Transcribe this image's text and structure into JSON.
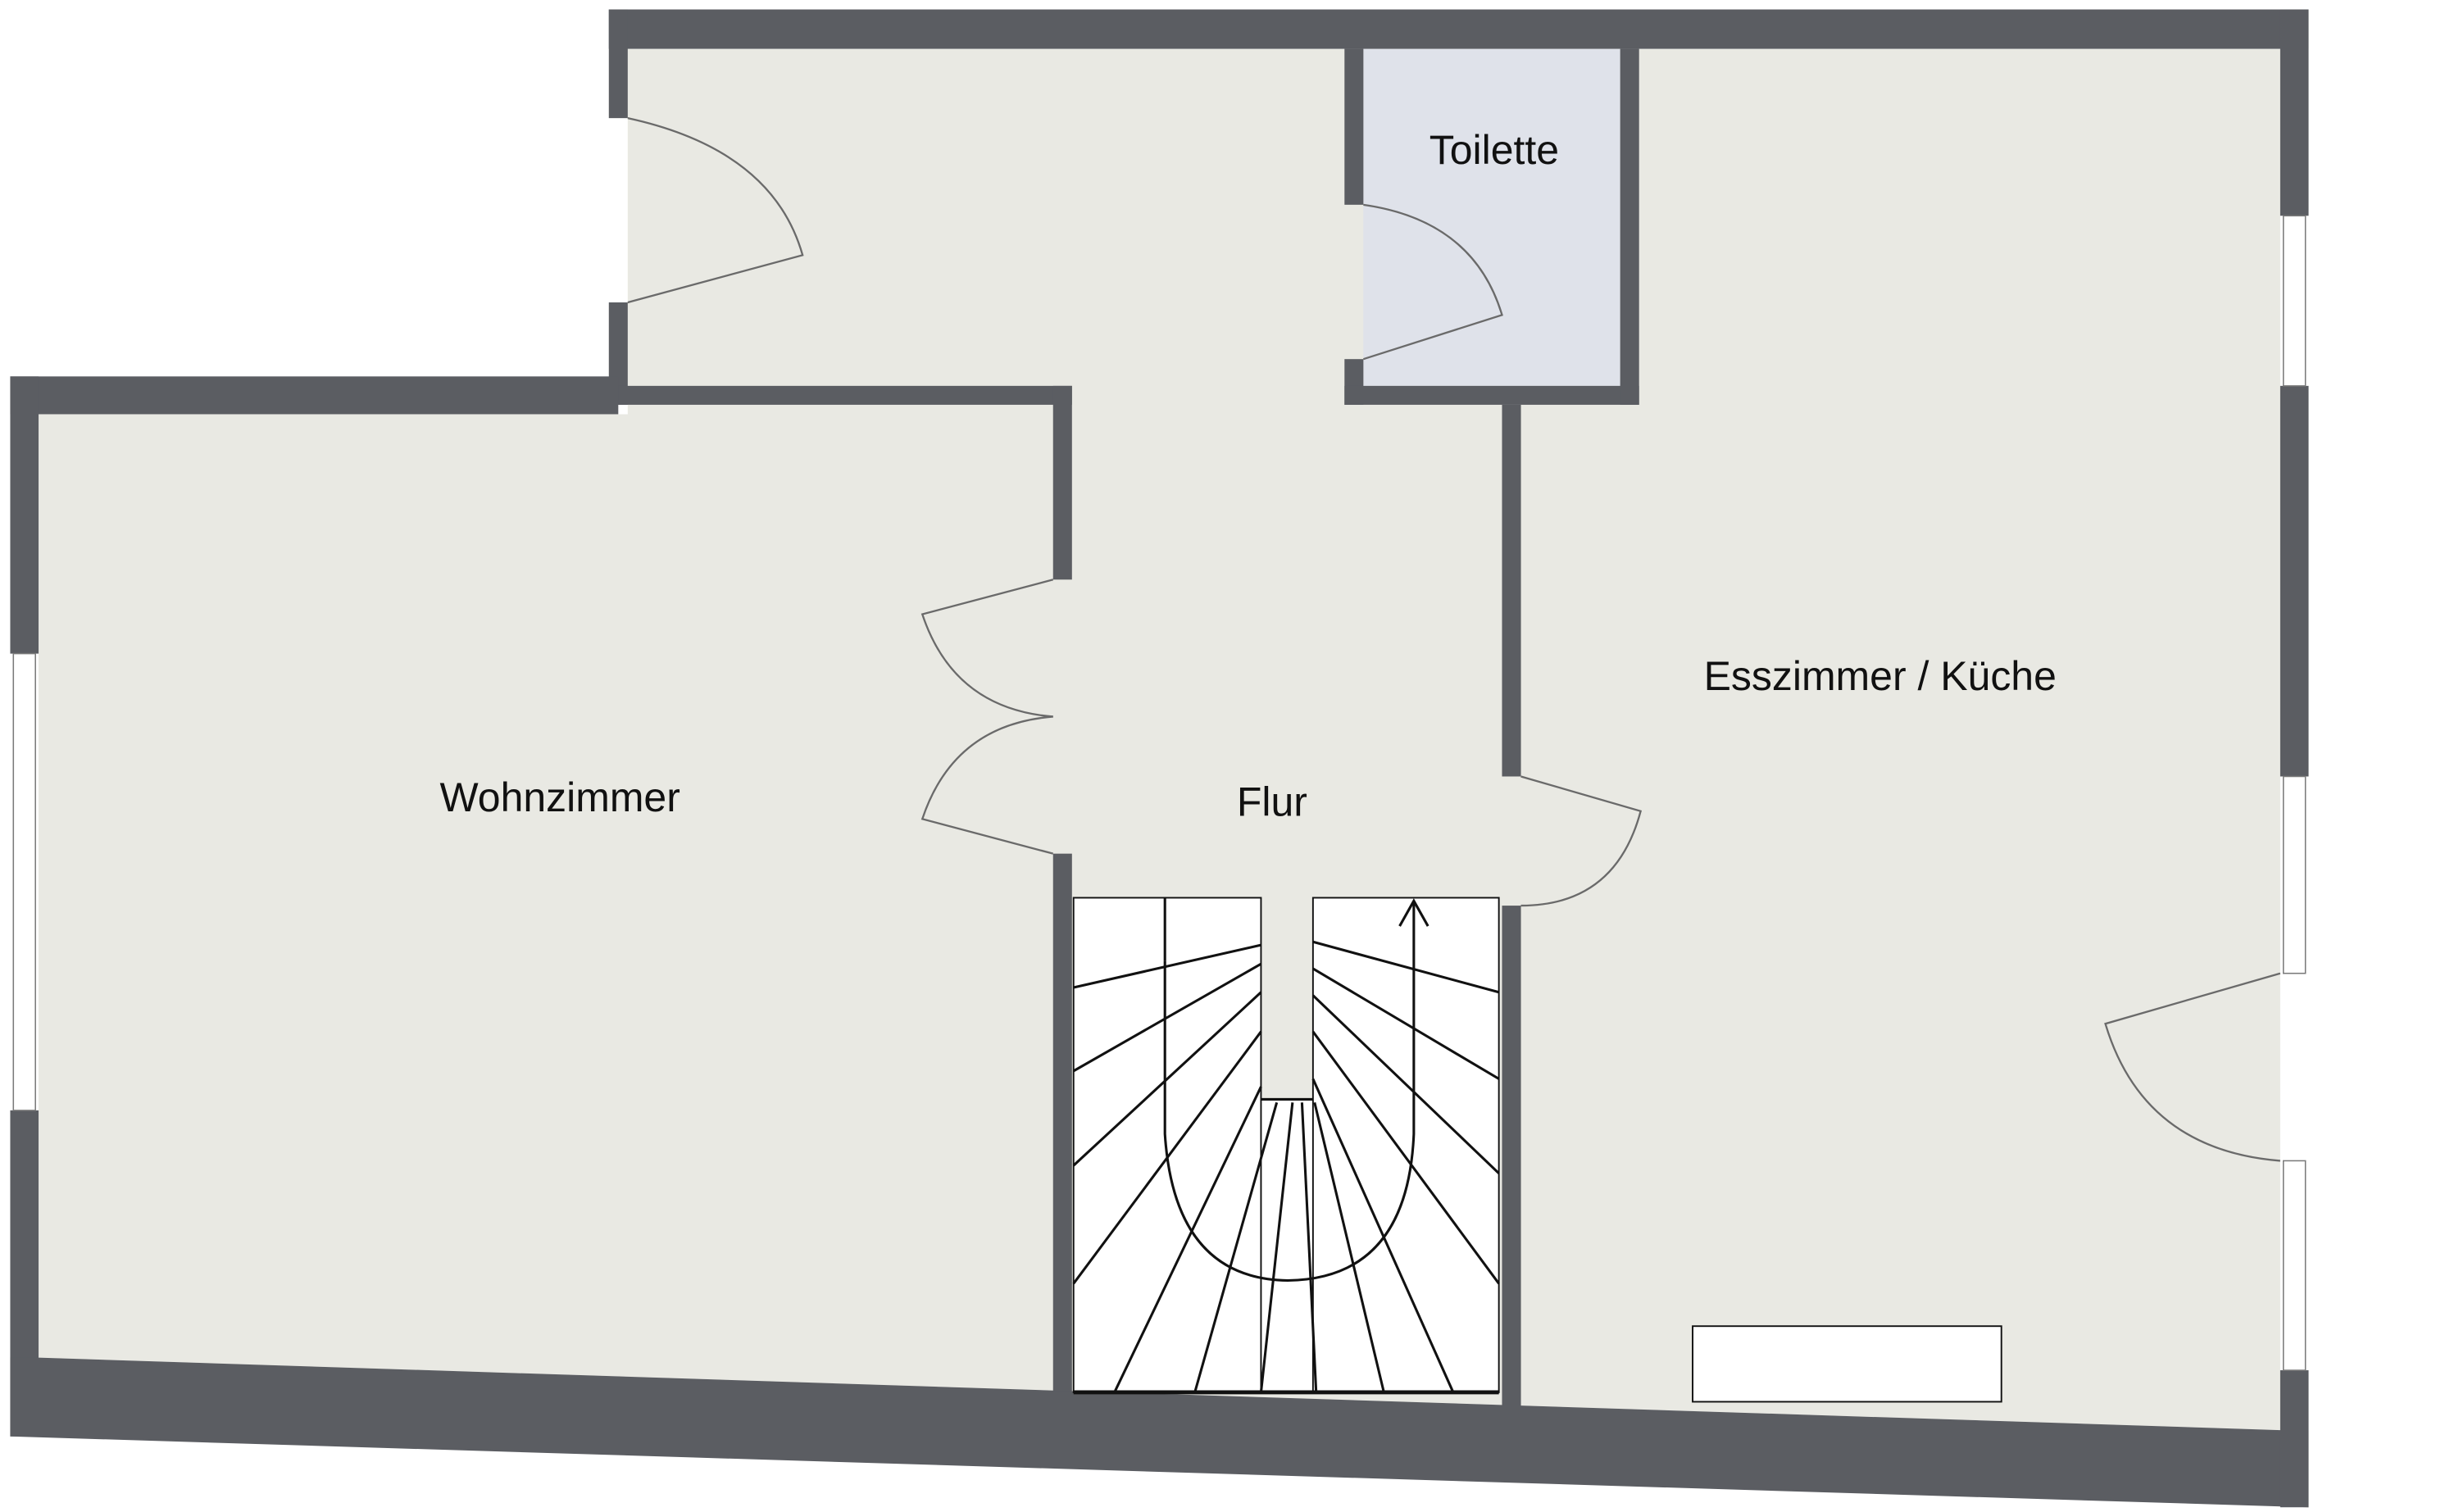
{
  "floorplan": {
    "rooms": [
      {
        "id": "toilette",
        "label": "Toilette"
      },
      {
        "id": "esszimmer",
        "label": "Esszimmer / Küche"
      },
      {
        "id": "wohnzimmer",
        "label": "Wohnzimmer"
      },
      {
        "id": "flur",
        "label": "Flur"
      }
    ],
    "colors": {
      "wall": "#5b5d62",
      "floor": "#e9e9e3",
      "toilet_floor": "#dfe2ea",
      "stairs": "#ffffff"
    }
  }
}
